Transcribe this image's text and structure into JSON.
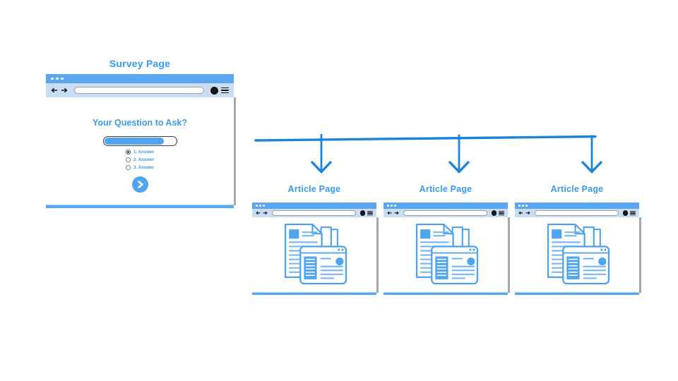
{
  "diagram": {
    "survey": {
      "label": "Survey Page",
      "question": "Your Question to Ask?",
      "progress_percent": 84,
      "options": [
        {
          "label": "1. Answer",
          "selected": true
        },
        {
          "label": "2. Answer",
          "selected": false
        },
        {
          "label": "3. Answer",
          "selected": false
        }
      ],
      "next_icon": "chevron-right"
    },
    "articles": [
      {
        "label": "Article Page"
      },
      {
        "label": "Article Page"
      },
      {
        "label": "Article Page"
      }
    ],
    "browser_icons": [
      "traffic-dots",
      "back-arrow",
      "forward-arrow",
      "url-bar",
      "profile-circle",
      "hamburger-menu"
    ],
    "colors": {
      "accent_text": "#359BF0",
      "titlebar": "#58A7F0",
      "navbar": "#C8DCF2",
      "footer": "#57A7F1",
      "arrow": "#1B84D8",
      "button": "#4FA5F0",
      "window_edge": "#A7A7A7"
    }
  }
}
